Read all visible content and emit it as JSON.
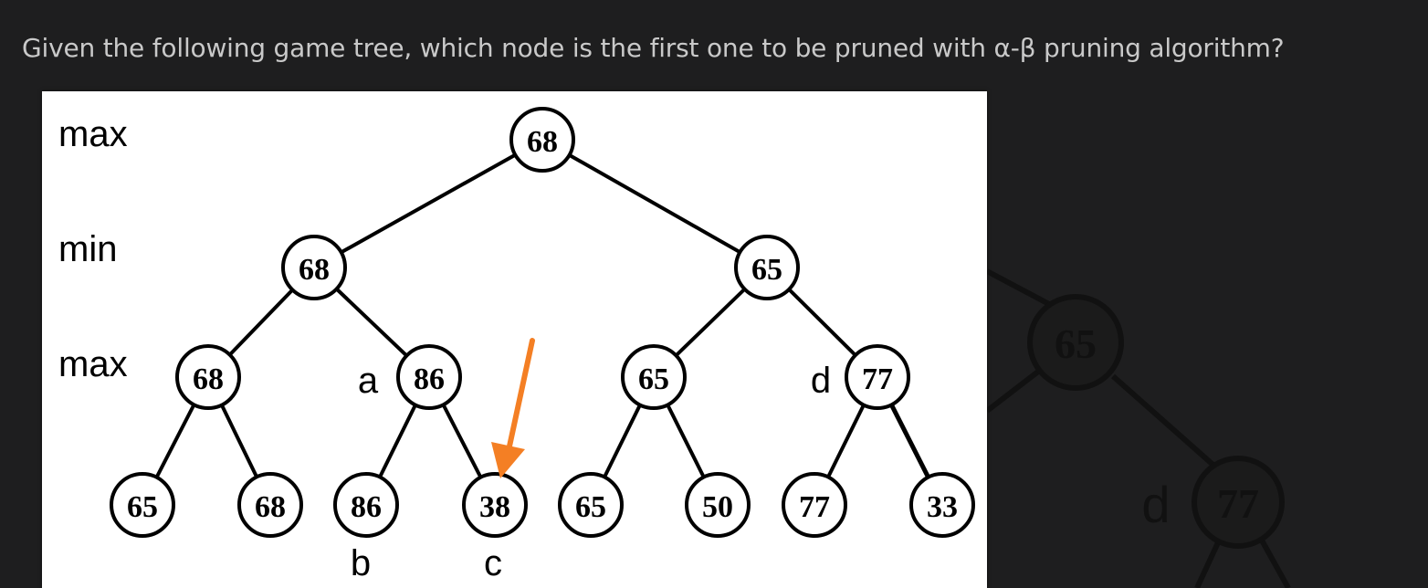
{
  "question": "Given the following game tree, which node is the first one to be pruned with α-β pruning algorithm?",
  "level_labels": [
    "max",
    "min",
    "max"
  ],
  "tree": {
    "root": "68",
    "level1": [
      "68",
      "65"
    ],
    "level2": [
      "68",
      "86",
      "65",
      "77"
    ],
    "leaves": [
      "65",
      "68",
      "86",
      "38",
      "65",
      "50",
      "77",
      "33"
    ]
  },
  "node_letters": {
    "a": "a",
    "b": "b",
    "c": "c",
    "d": "d"
  },
  "annotation": {
    "arrow_color": "#f47f24",
    "points_to": "38"
  },
  "background_zoom": {
    "node_value": "65",
    "letter": "d",
    "node2_value": "77"
  }
}
